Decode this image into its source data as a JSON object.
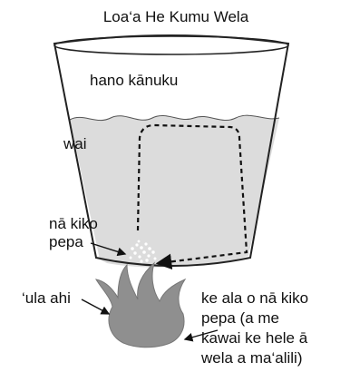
{
  "title": "Loa‘a He Kumu Wela",
  "labels": {
    "air_space": "hano kānuku",
    "water": "wai",
    "pepper_line1": "nā kiko",
    "pepper_line2": "pepa",
    "flame": "‘ula ahi",
    "path_line1": "ke ala o nā kiko",
    "path_line2": "pepa (a me",
    "path_line3": "kawai ke hele ā",
    "path_line4": "wela a ma‘alili)"
  },
  "colors": {
    "water": "#dcdcdc",
    "flame": "#8f8f8f",
    "outline": "#222222"
  }
}
